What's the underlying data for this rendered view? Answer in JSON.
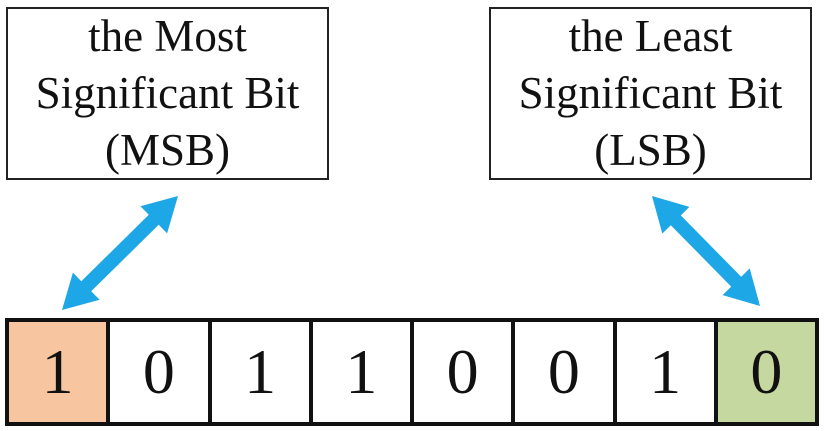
{
  "msb_label": {
    "line1": "the Most",
    "line2": "Significant Bit",
    "line3": "(MSB)"
  },
  "lsb_label": {
    "line1": "the Least",
    "line2": "Significant Bit",
    "line3": "(LSB)"
  },
  "bits": [
    "1",
    "0",
    "1",
    "1",
    "0",
    "0",
    "1",
    "0"
  ],
  "colors": {
    "msb_highlight": "#f7c6a0",
    "lsb_highlight": "#c5d8a0",
    "arrow": "#1ea7e6"
  }
}
